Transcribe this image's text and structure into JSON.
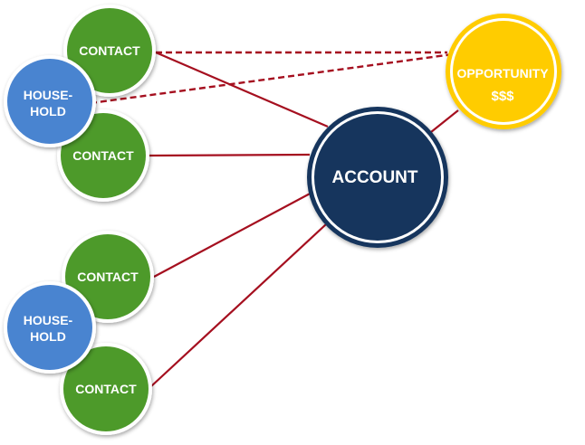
{
  "diagram": {
    "nodes": {
      "contact_1": {
        "label": "CONTACT"
      },
      "contact_2": {
        "label": "CONTACT"
      },
      "contact_3": {
        "label": "CONTACT"
      },
      "contact_4": {
        "label": "CONTACT"
      },
      "household_1": {
        "line1": "HOUSE-",
        "line2": "HOLD"
      },
      "household_2": {
        "line1": "HOUSE-",
        "line2": "HOLD"
      },
      "account": {
        "label": "ACCOUNT"
      },
      "opportunity": {
        "label": "OPPORTUNITY",
        "amount": "$$$"
      }
    },
    "colors": {
      "contact_fill": "#4e9a2a",
      "household_fill": "#4a84d0",
      "account_fill": "#17365d",
      "opportunity_fill": "#ffcc00",
      "connector": "#a50f1f"
    }
  }
}
